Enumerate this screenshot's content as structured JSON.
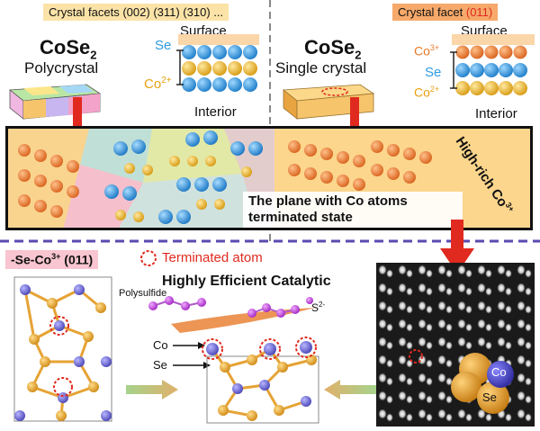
{
  "top_left": {
    "facets_label": "Crystal facets (002) (311) (310) ...",
    "material": "CoSe",
    "material_sub": "2",
    "form": "Polycrystal",
    "surface_label": "Surface",
    "interior_label": "Interior",
    "se_label": "Se",
    "co_label": "Co",
    "co_charge": "2+"
  },
  "top_right": {
    "facet_label_prefix": "Crystal facet ",
    "facet_label_index": "(011)",
    "material": "CoSe",
    "material_sub": "2",
    "form": "Single crystal",
    "surface_label": "Surface",
    "interior_label": "Interior",
    "co3_label": "Co",
    "co3_charge": "3+",
    "se_label": "Se",
    "co2_label": "Co",
    "co2_charge": "2+"
  },
  "middle_band": {
    "plane_text_line1": "The plane with Co atoms",
    "plane_text_line2": "terminated state",
    "high_rich": "High-rich Co",
    "high_rich_charge": "3+"
  },
  "bottom": {
    "facet_tag_prefix": "-Se-Co",
    "facet_tag_charge": "3+",
    "facet_tag_index": " (011)",
    "terminated_legend": "Terminated atom",
    "catalytic_title": "Highly Efficient Catalytic",
    "polysulfide": "Polysulfide",
    "s2_label": "S",
    "s2_charge": "2-",
    "co_label": "Co",
    "se_label": "Se",
    "tem_co": "Co",
    "tem_se": "Se"
  },
  "colors": {
    "se_blue": "#2f9be0",
    "co2_yellow": "#e8b320",
    "co3_orange": "#e87a2a",
    "slab_orange": "#f6c46a",
    "highlight_red": "#e02a1f",
    "atom_purple": "#6e6ad6",
    "bond_gold": "#e6a335",
    "dashed_purple": "#5a4ab0"
  }
}
